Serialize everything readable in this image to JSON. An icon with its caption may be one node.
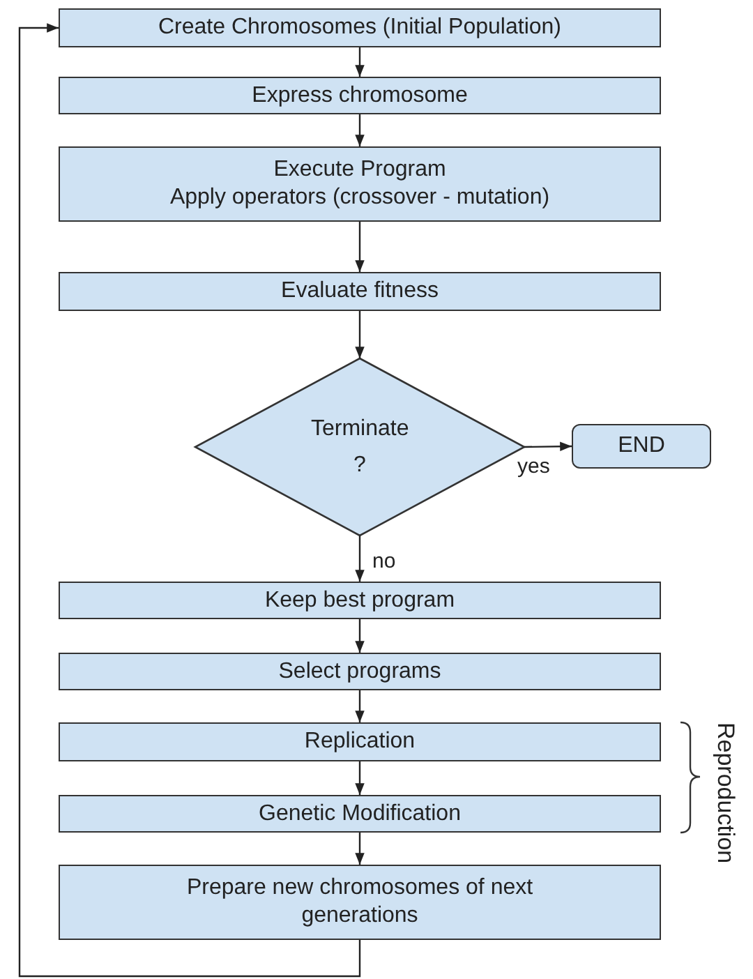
{
  "diagram": {
    "nodes": [
      {
        "text": [
          "Create Chromosomes (Initial Population)"
        ]
      },
      {
        "text": [
          "Express chromosome"
        ]
      },
      {
        "text": [
          "Execute Program",
          "Apply operators (crossover - mutation)"
        ]
      },
      {
        "text": [
          "Evaluate fitness"
        ]
      },
      {
        "text": [
          "Terminate ?"
        ]
      },
      {
        "text": [
          "END"
        ]
      },
      {
        "text": [
          "Keep best program"
        ]
      },
      {
        "text": [
          "Select programs"
        ]
      },
      {
        "text": [
          "Replication"
        ]
      },
      {
        "text": [
          "Genetic Modification"
        ]
      },
      {
        "text": [
          "Prepare new chromosomes of next generations"
        ]
      }
    ],
    "edges": [
      {
        "from": 0,
        "to": 1,
        "arrow": "to"
      },
      {
        "from": 1,
        "to": 2,
        "arrow": "to"
      },
      {
        "from": 2,
        "to": 3,
        "arrow": "to"
      },
      {
        "from": 3,
        "to": 4,
        "arrow": "to"
      },
      {
        "from": 4,
        "to": 5,
        "arrow": "to",
        "label": "yes"
      },
      {
        "from": 4,
        "to": 6,
        "arrow": "to",
        "label": "no"
      },
      {
        "from": 6,
        "to": 7,
        "arrow": "to"
      },
      {
        "from": 7,
        "to": 8,
        "arrow": "to"
      },
      {
        "from": 8,
        "to": 9,
        "arrow": "to"
      },
      {
        "from": 9,
        "to": 10,
        "arrow": "to"
      },
      {
        "from": 10,
        "to": 0,
        "arrow": "to"
      }
    ],
    "labels": [
      "Reproduction"
    ]
  }
}
